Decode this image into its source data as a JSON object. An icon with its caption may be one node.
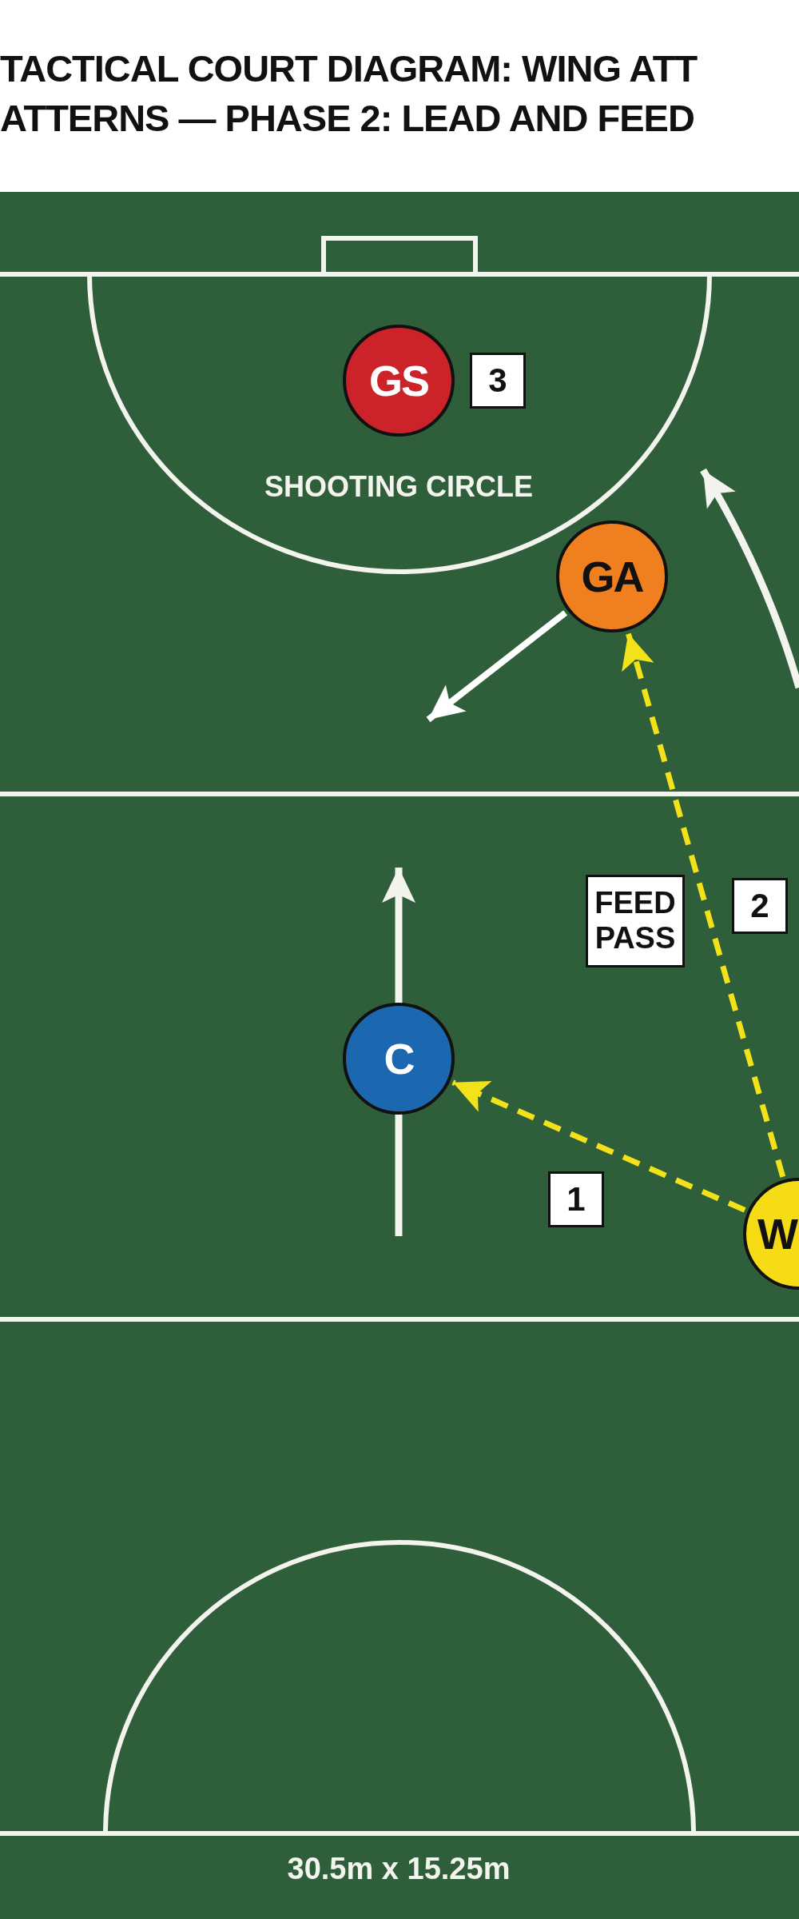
{
  "diagram": {
    "title": "TACTICAL COURT DIAGRAM: WING ATT ATTERNS — PHASE 2: LEAD AND FEED",
    "nodes": [
      {
        "text": [
          "GS"
        ]
      },
      {
        "text": [
          "GA"
        ]
      },
      {
        "text": [
          "C"
        ]
      },
      {
        "text": [
          "W"
        ]
      }
    ],
    "edges": [
      {
        "from": 1,
        "to": null,
        "arrow": "to",
        "color": "#ffffff"
      },
      {
        "from": 3,
        "to": 2,
        "arrow": "to",
        "style": "dashed"
      },
      {
        "from": 3,
        "to": 1,
        "arrow": "to",
        "style": "dashed"
      }
    ],
    "labels": [
      "3",
      "SHOOTING CIRCLE",
      "FEED PASS",
      "2",
      "1",
      "30.5m x 15.25m"
    ]
  }
}
